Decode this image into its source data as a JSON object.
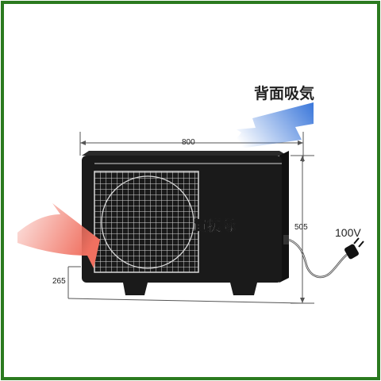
{
  "labels": {
    "rear_intake": "背面吸気",
    "width": "800",
    "height": "505",
    "depth": "265",
    "voltage": "100V"
  },
  "watermark": "買援隊",
  "colors": {
    "frame": "#2b7a1f",
    "unit_body": "#1a1a1a",
    "grille": "#d8d8d8",
    "intake_arrow": "#2f6fd8",
    "exhaust_arrow": "#f07060",
    "dimension_line": "#555555"
  }
}
